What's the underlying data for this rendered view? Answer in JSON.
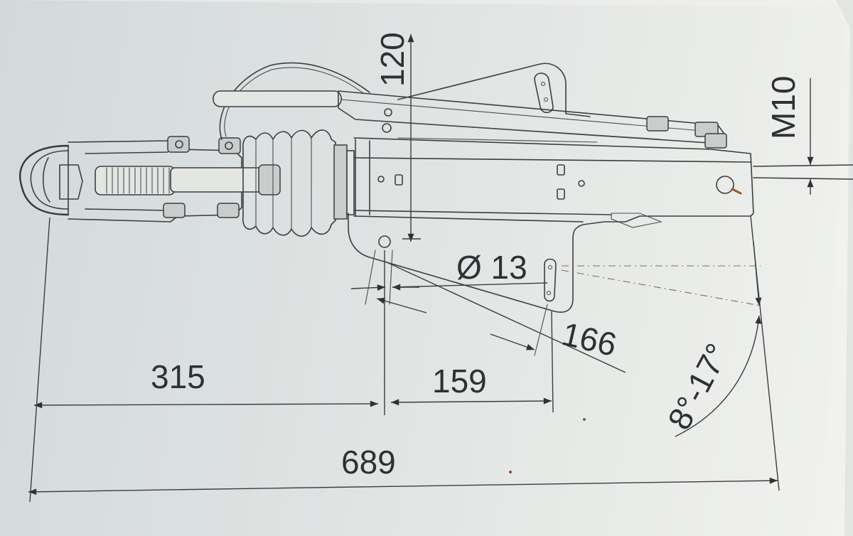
{
  "labels": {
    "height": "120",
    "thread": "M10",
    "hole_diameter": "Ø 13",
    "hole_spacing": "166",
    "angle_range": "8°-17°",
    "offset_to_hole": "315",
    "hole_to_slot": "159",
    "overall_length": "689"
  },
  "colors": {
    "paper": "#e4e7e5",
    "background": "#cfd6d8",
    "line": "#3c3f42"
  }
}
